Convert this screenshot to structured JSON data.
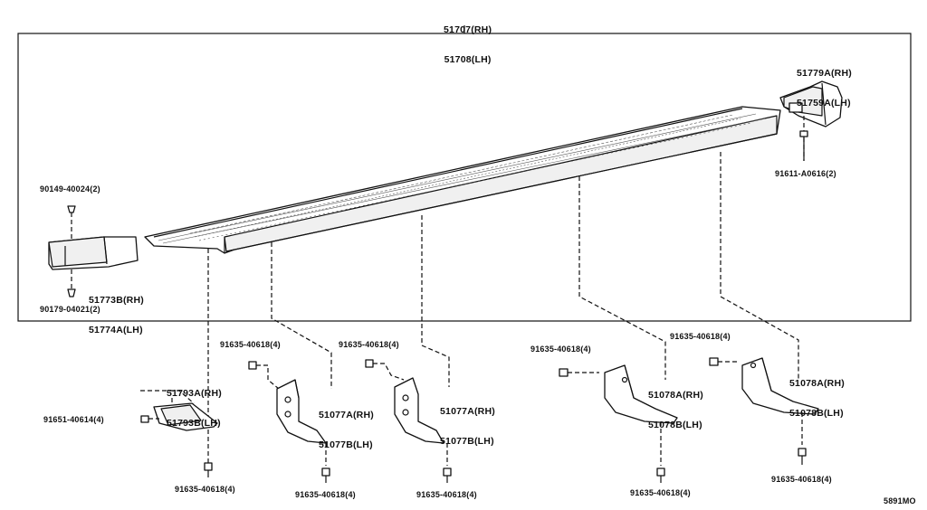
{
  "diagram": {
    "main_part": {
      "rh": "51707(RH)",
      "lh": "51708(LH)"
    },
    "front_cover": {
      "rh": "51779A(RH)",
      "lh": "51759A(LH)"
    },
    "front_cover_screw": "91611-A0616(2)",
    "rear_clip_top": "90149-40024(2)",
    "rear_cap": {
      "rh": "51773B(RH)",
      "lh": "51774A(LH)"
    },
    "rear_clip_bottom": "90179-04021(2)",
    "bracket_1": {
      "rh": "51793A(RH)",
      "lh": "51793B(LH)"
    },
    "bracket_1_side_bolt": "91651-40614(4)",
    "bracket_1_top_bolt": "91635-40618(4)",
    "bracket_1_bottom_bolt": "91635-40618(4)",
    "bracket_2": {
      "rh": "51077A(RH)",
      "lh": "51077B(LH)"
    },
    "bracket_2_bottom_bolt": "91635-40618(4)",
    "bracket_3": {
      "rh": "51077A(RH)",
      "lh": "51077B(LH)"
    },
    "bracket_3_top_bolt": "91635-40618(4)",
    "bracket_3_bottom_bolt": "91635-40618(4)",
    "bracket_4": {
      "rh": "51078A(RH)",
      "lh": "51078B(LH)"
    },
    "bracket_4_side_bolt": "91635-40618(4)",
    "bracket_4_bottom_bolt": "91635-40618(4)",
    "bracket_5": {
      "rh": "51078A(RH)",
      "lh": "51078B(LH)"
    },
    "bracket_5_top_bolt": "91635-40618(4)",
    "bracket_5_bottom_bolt": "91635-40618(4)",
    "diagram_code": "5891MO"
  }
}
